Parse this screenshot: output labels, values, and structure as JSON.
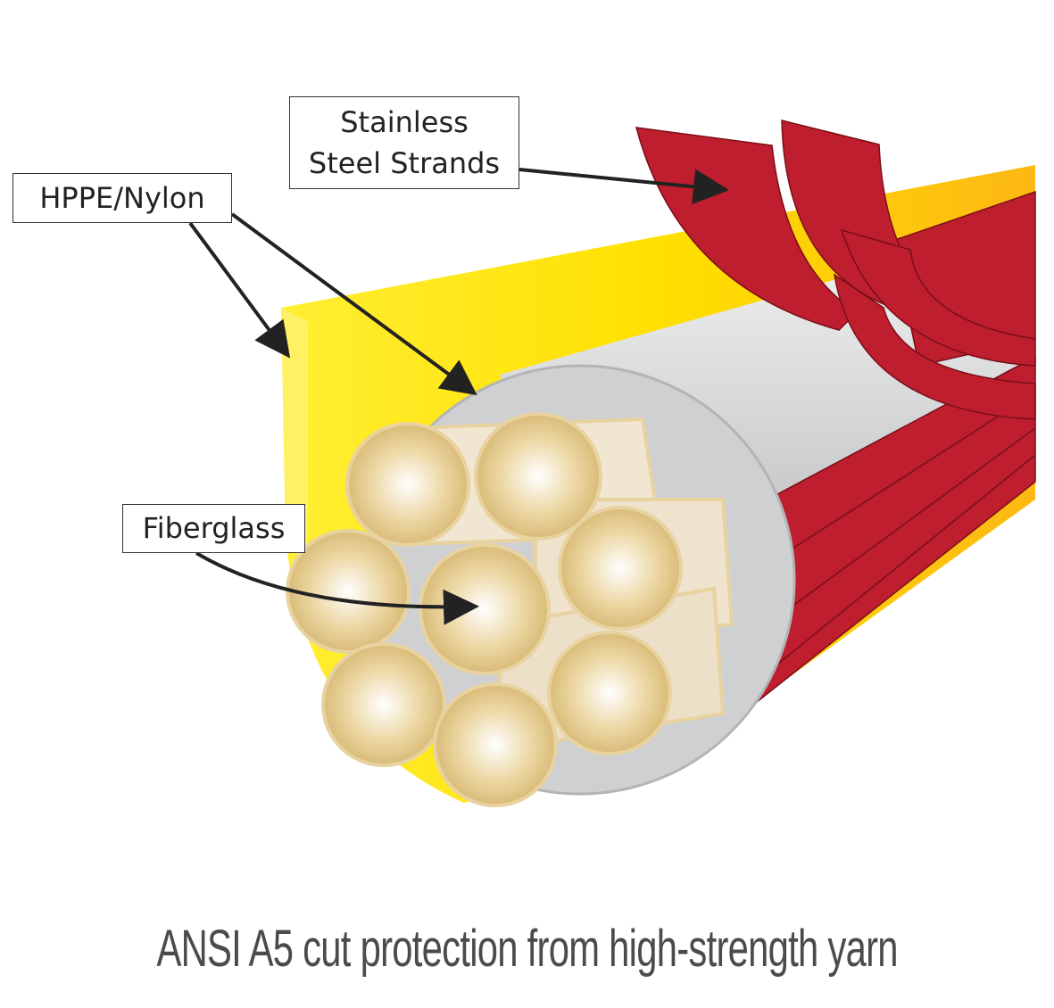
{
  "labels": {
    "steel": [
      "Stainless",
      "Steel Strands"
    ],
    "hppe": "HPPE/Nylon",
    "fiberglass": "Fiberglass"
  },
  "caption": "ANSI A5 cut protection from high-strength yarn",
  "colors": {
    "yellow": "#ffe600",
    "orange": "#fdb813",
    "red": "#be1e2d",
    "gray": "#c8c9cb",
    "fiber": "#e3c988"
  }
}
